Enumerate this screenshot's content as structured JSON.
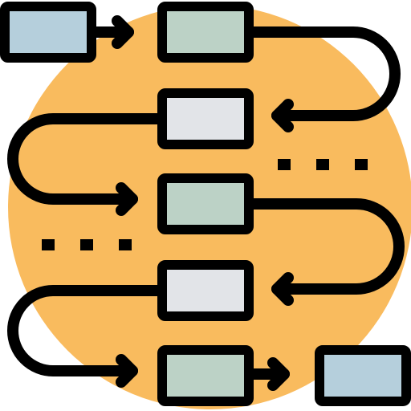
{
  "colors": {
    "background_circle": "#F9BB5E",
    "outline": "#000000",
    "box_blue": "#B5CFDC",
    "box_green": "#BCD2C6",
    "box_gray": "#E2E4E8",
    "dots": "#000000"
  },
  "flow": {
    "nodes": [
      {
        "id": "start",
        "fill": "box_blue"
      },
      {
        "id": "step-1",
        "fill": "box_green"
      },
      {
        "id": "step-2",
        "fill": "box_gray"
      },
      {
        "id": "step-3",
        "fill": "box_green"
      },
      {
        "id": "step-4",
        "fill": "box_gray"
      },
      {
        "id": "step-5",
        "fill": "box_green"
      },
      {
        "id": "end",
        "fill": "box_blue"
      }
    ],
    "connections": [
      {
        "from": "start",
        "to": "step-1"
      },
      {
        "from": "step-1",
        "to": "step-2"
      },
      {
        "from": "step-2",
        "to": "step-3"
      },
      {
        "from": "step-3",
        "to": "step-4"
      },
      {
        "from": "step-4",
        "to": "step-5"
      },
      {
        "from": "step-5",
        "to": "end"
      }
    ],
    "ellipsis_groups": [
      {
        "id": "right",
        "dot_count": 3
      },
      {
        "id": "left",
        "dot_count": 3
      }
    ]
  }
}
